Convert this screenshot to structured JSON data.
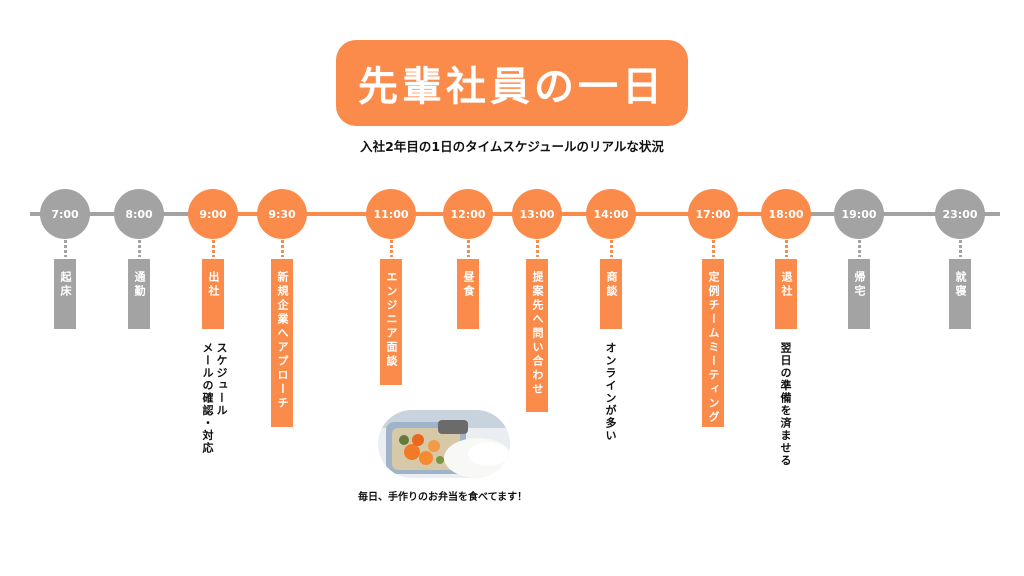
{
  "title": "先輩社員の一日",
  "subtitle": "入社2年目の1日のタイムスケジュールのリアルな状況",
  "colors": {
    "accent": "#fb8b4b",
    "inactive": "#a3a3a3"
  },
  "events": [
    {
      "time": "7:00",
      "label": "起床",
      "active": false
    },
    {
      "time": "8:00",
      "label": "通勤",
      "active": false
    },
    {
      "time": "9:00",
      "label": "出社",
      "active": true,
      "note": "スケジュール\nメールの確認・対応"
    },
    {
      "time": "9:30",
      "label": "新規企業へアプローチ",
      "active": true
    },
    {
      "time": "11:00",
      "label": "エンジニア面談",
      "active": true
    },
    {
      "time": "12:00",
      "label": "昼食",
      "active": true
    },
    {
      "time": "13:00",
      "label": "提案先へ問い合わせ",
      "active": true
    },
    {
      "time": "14:00",
      "label": "商談",
      "active": true,
      "note": "オンラインが多い"
    },
    {
      "time": "17:00",
      "label": "定例チームミーティング",
      "active": true
    },
    {
      "time": "18:00",
      "label": "退社",
      "active": true,
      "note": "翌日の準備を済ませる"
    },
    {
      "time": "19:00",
      "label": "帰宅",
      "active": false
    },
    {
      "time": "23:00",
      "label": "就寝",
      "active": false
    }
  ],
  "lunch_caption": "毎日、手作りのお弁当を食べてます！",
  "lunch_photo_icon": "bento-photo"
}
